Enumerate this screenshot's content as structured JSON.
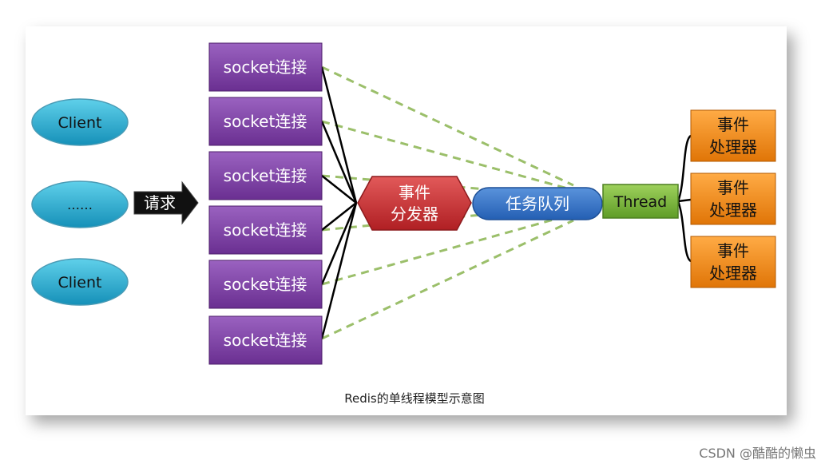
{
  "clients": [
    "Client",
    "……",
    "Client"
  ],
  "request_label": "请求",
  "sockets": [
    "socket连接",
    "socket连接",
    "socket连接",
    "socket连接",
    "socket连接",
    "socket连接"
  ],
  "dispatcher": [
    "事件",
    "分发器"
  ],
  "queue": "任务队列",
  "thread": "Thread",
  "handlers": [
    [
      "事件",
      "处理器"
    ],
    [
      "事件",
      "处理器"
    ],
    [
      "事件",
      "处理器"
    ]
  ],
  "caption": "Redis的单线程模型示意图",
  "watermark": "CSDN @酷酷的懒虫",
  "colors": {
    "client": "#2aa7c9",
    "socket": "#7b3fa0",
    "dispatcher": "#c8282c",
    "queue": "#2f6fc4",
    "thread": "#74b13a",
    "handler": "#f08a1c",
    "dashed": "#9bbf6a"
  }
}
